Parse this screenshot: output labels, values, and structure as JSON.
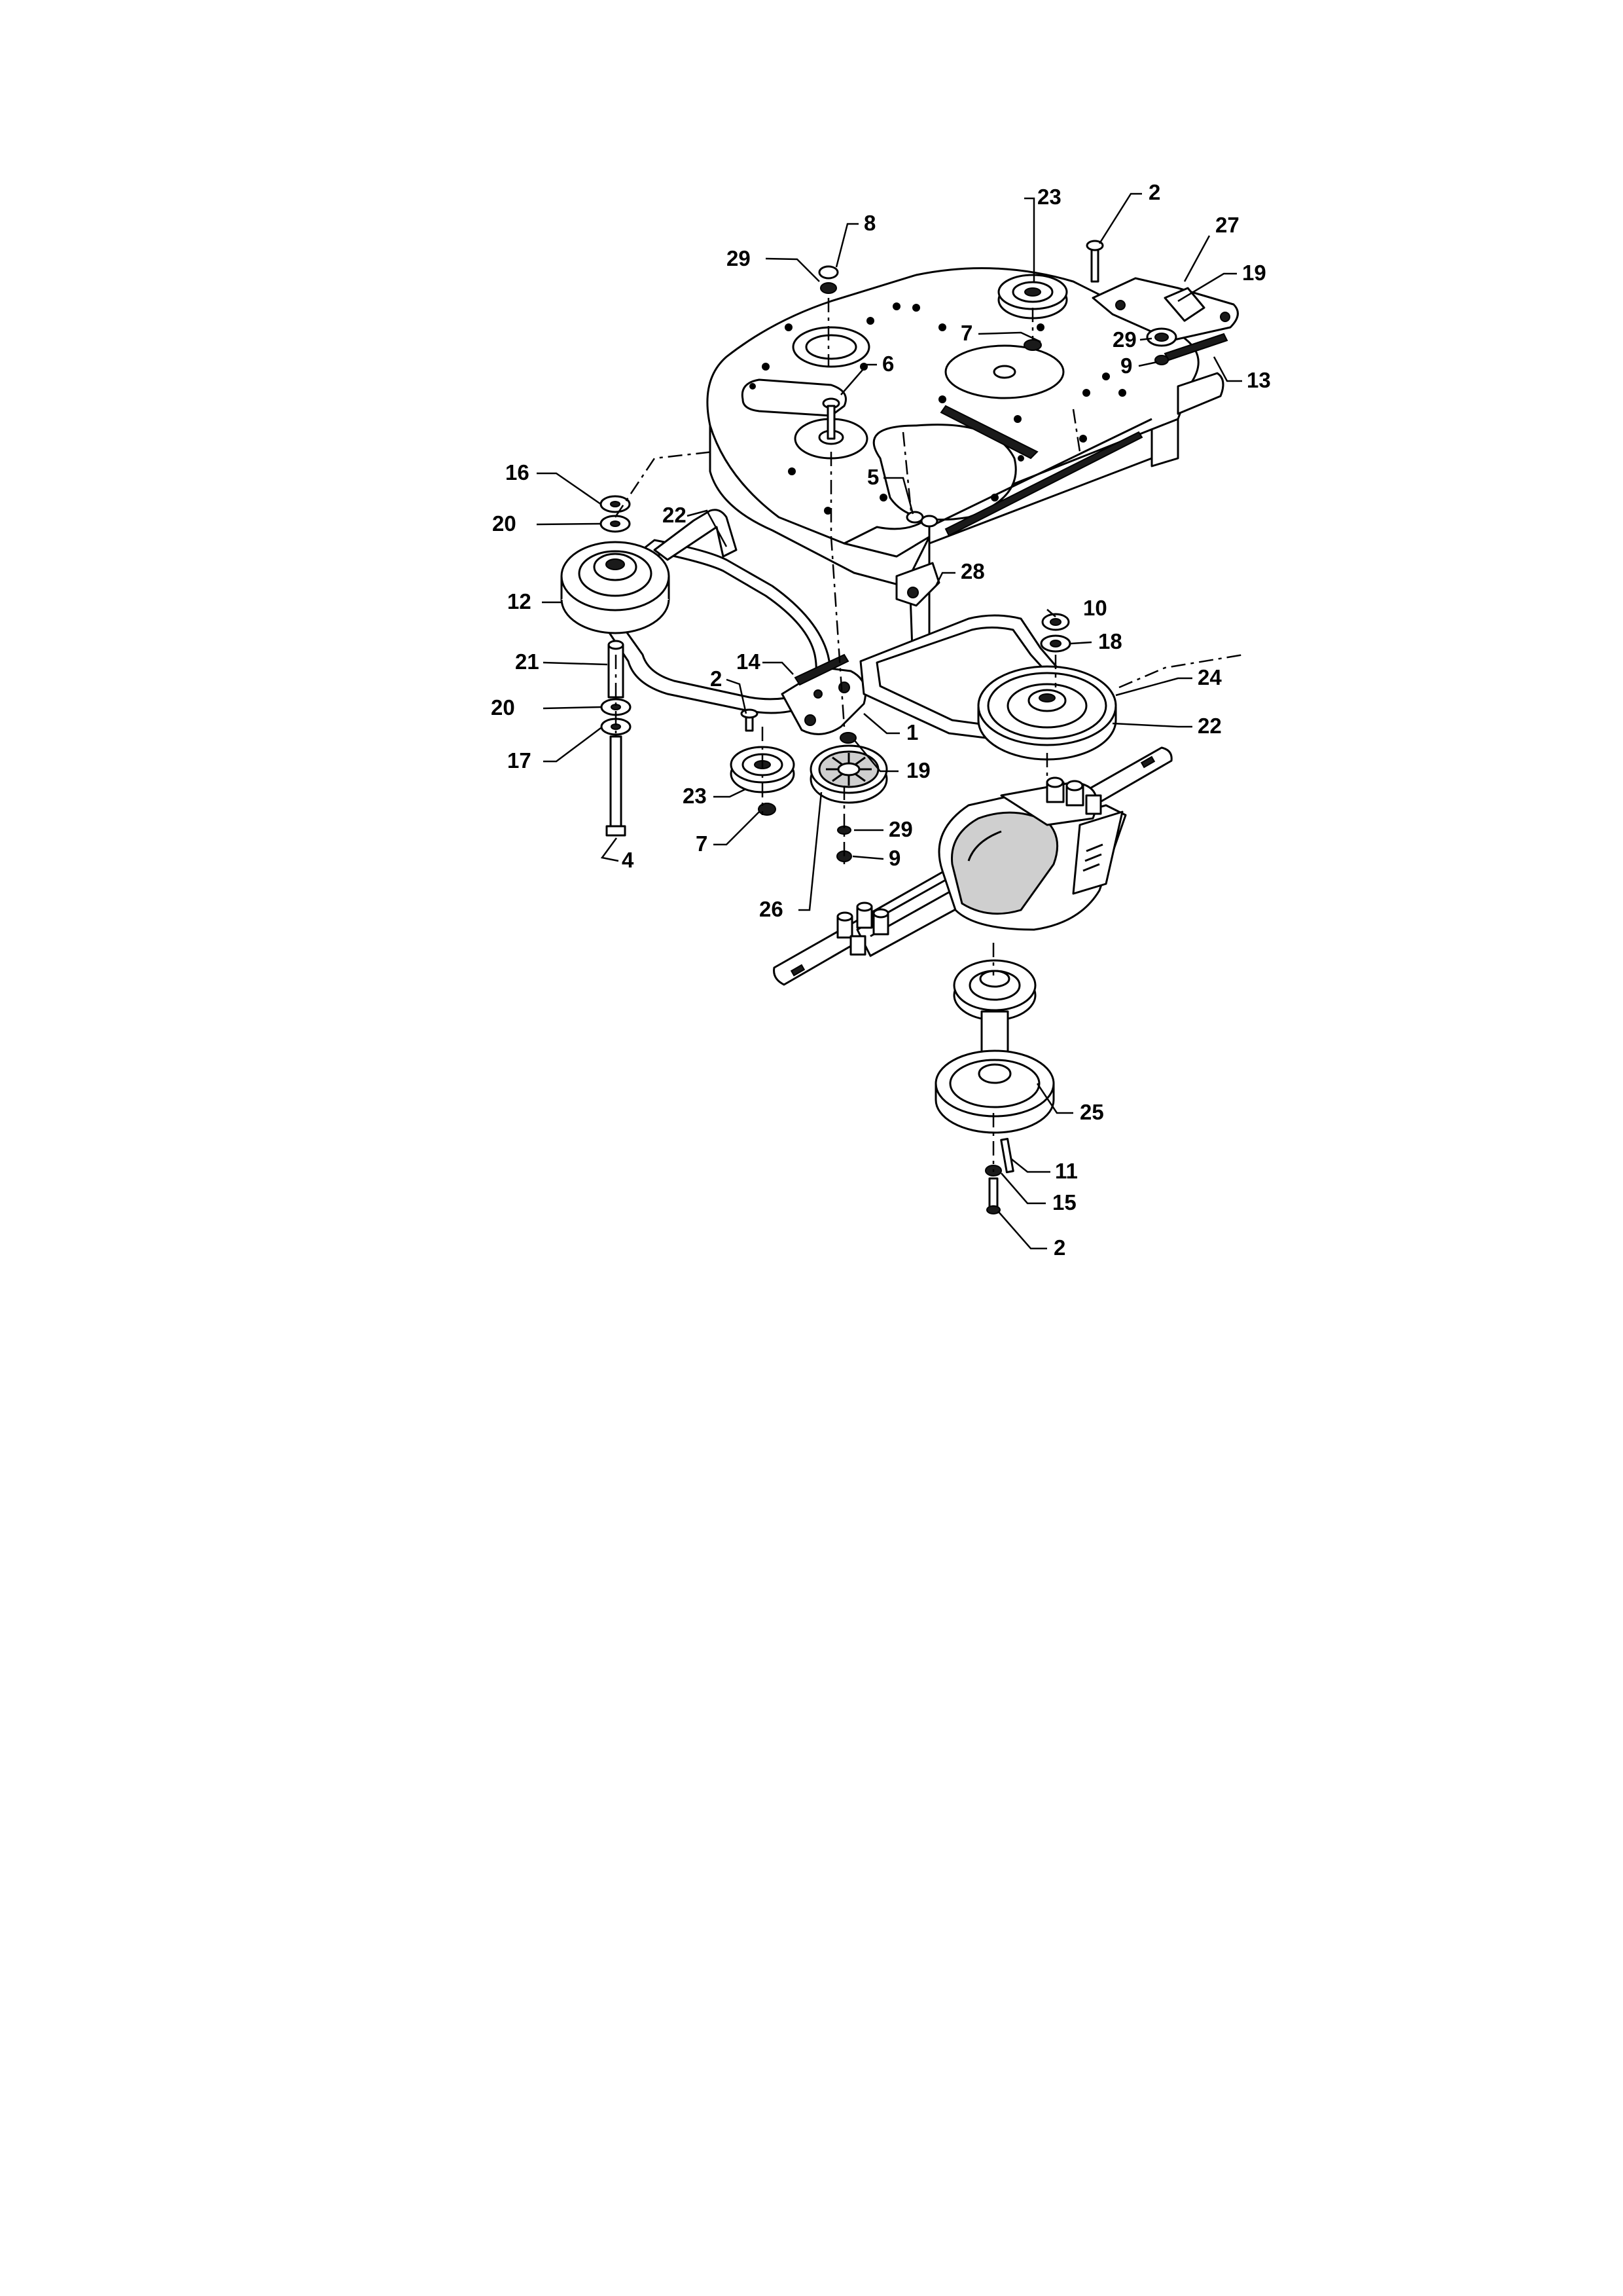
{
  "diagram": {
    "colors": {
      "line": "#000000",
      "paper": "#ffffff",
      "shade": "#cfcfcf"
    },
    "callouts": [
      {
        "id": "c-8",
        "label": "8"
      },
      {
        "id": "c-29-top",
        "label": "29"
      },
      {
        "id": "c-23-top",
        "label": "23"
      },
      {
        "id": "c-2-top",
        "label": "2"
      },
      {
        "id": "c-27",
        "label": "27"
      },
      {
        "id": "c-19-top",
        "label": "19"
      },
      {
        "id": "c-29-right",
        "label": "29"
      },
      {
        "id": "c-9-right",
        "label": "9"
      },
      {
        "id": "c-13",
        "label": "13"
      },
      {
        "id": "c-7-top",
        "label": "7"
      },
      {
        "id": "c-6",
        "label": "6"
      },
      {
        "id": "c-16",
        "label": "16"
      },
      {
        "id": "c-20-top",
        "label": "20"
      },
      {
        "id": "c-22-left",
        "label": "22"
      },
      {
        "id": "c-5",
        "label": "5"
      },
      {
        "id": "c-28",
        "label": "28"
      },
      {
        "id": "c-12",
        "label": "12"
      },
      {
        "id": "c-10",
        "label": "10"
      },
      {
        "id": "c-18",
        "label": "18"
      },
      {
        "id": "c-21",
        "label": "21"
      },
      {
        "id": "c-14",
        "label": "14"
      },
      {
        "id": "c-24",
        "label": "24"
      },
      {
        "id": "c-2-mid",
        "label": "2"
      },
      {
        "id": "c-22-right",
        "label": "22"
      },
      {
        "id": "c-1",
        "label": "1"
      },
      {
        "id": "c-20-bottom",
        "label": "20"
      },
      {
        "id": "c-17",
        "label": "17"
      },
      {
        "id": "c-19-mid",
        "label": "19"
      },
      {
        "id": "c-23-bottom",
        "label": "23"
      },
      {
        "id": "c-29-bottom",
        "label": "29"
      },
      {
        "id": "c-7-bottom",
        "label": "7"
      },
      {
        "id": "c-9-bottom",
        "label": "9"
      },
      {
        "id": "c-4",
        "label": "4"
      },
      {
        "id": "c-26",
        "label": "26"
      },
      {
        "id": "c-25",
        "label": "25"
      },
      {
        "id": "c-11",
        "label": "11"
      },
      {
        "id": "c-15",
        "label": "15"
      },
      {
        "id": "c-2-bottom",
        "label": "2"
      }
    ]
  }
}
